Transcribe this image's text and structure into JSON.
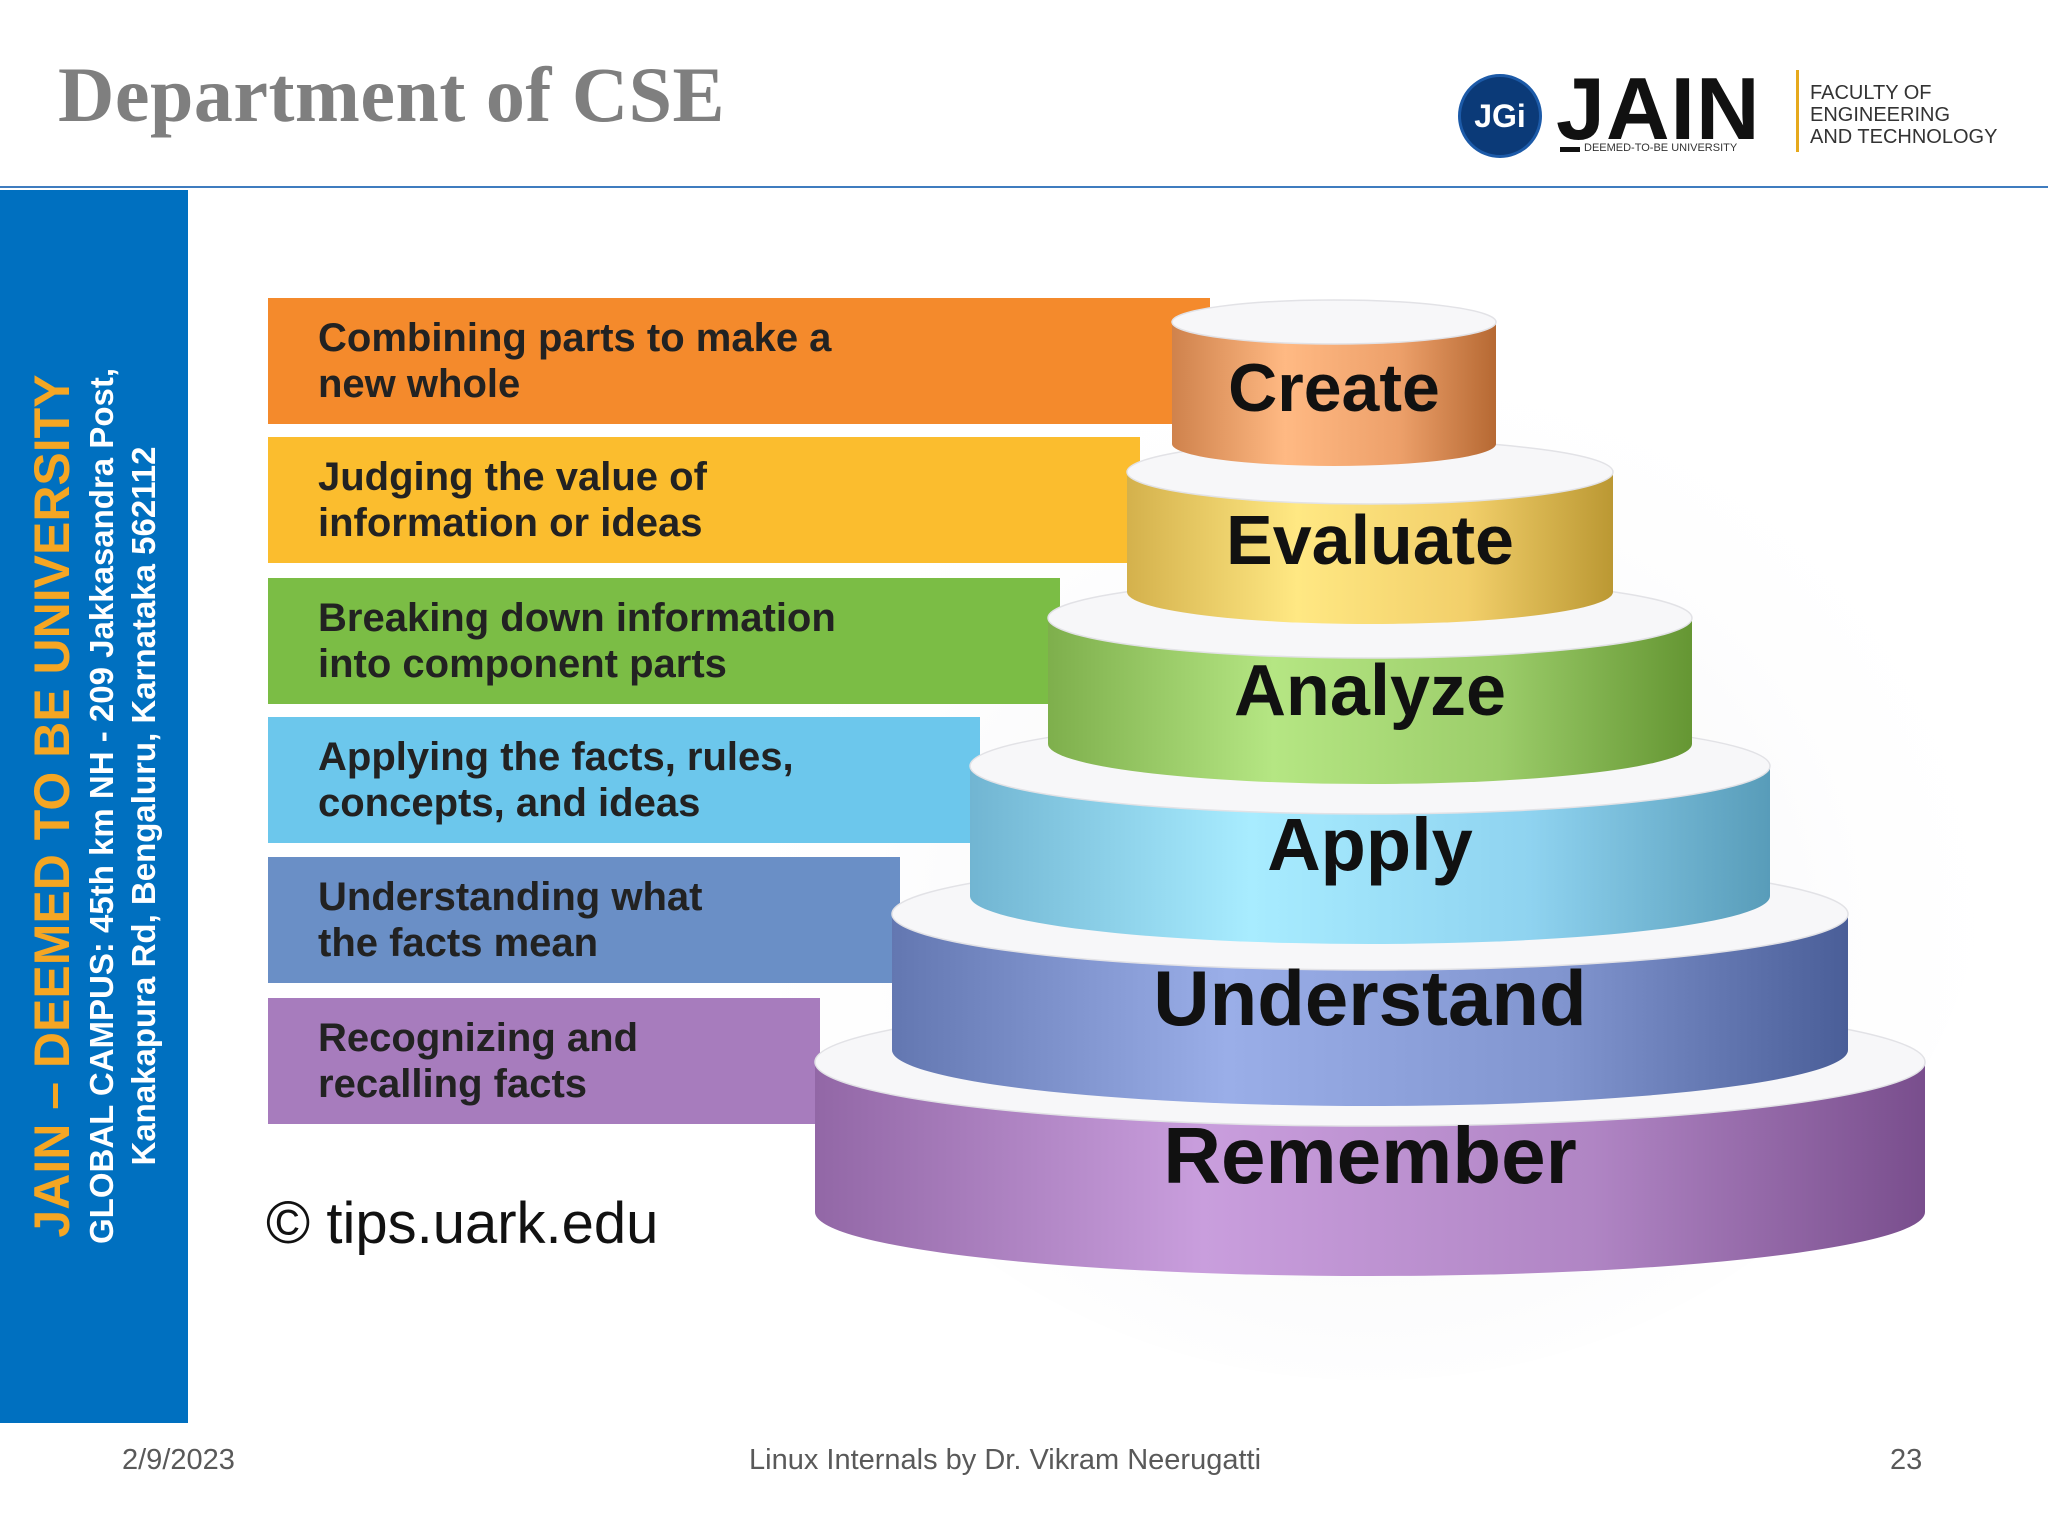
{
  "header": {
    "title": "Department of CSE"
  },
  "logo": {
    "badge": "JGi",
    "name": "JAIN",
    "tagline": "DEEMED-TO-BE UNIVERSITY",
    "faculty_lines": [
      "FACULTY OF",
      "ENGINEERING",
      "AND TECHNOLOGY"
    ]
  },
  "sidebar": {
    "line1": "JAIN – DEEMED TO BE UNIVERSITY",
    "line2": "GLOBAL CAMPUS: 45th km NH - 209 Jakkasandra Post,",
    "line3": "Kanakapura Rd, Bengaluru, Karnataka 562112"
  },
  "levels": [
    {
      "name": "Create",
      "desc_lines": [
        "Combining parts to make a",
        "new whole"
      ],
      "strip_color": "#f48a2c",
      "disc_color": "#eda06a"
    },
    {
      "name": "Evaluate",
      "desc_lines": [
        "Judging the value of",
        "information or ideas"
      ],
      "strip_color": "#fbbd2e",
      "disc_color": "#f2cf6a"
    },
    {
      "name": "Analyze",
      "desc_lines": [
        "Breaking down information",
        "into component parts"
      ],
      "strip_color": "#7bbd45",
      "disc_color": "#9ccd6a"
    },
    {
      "name": "Apply",
      "desc_lines": [
        "Applying the facts, rules,",
        "concepts, and ideas"
      ],
      "strip_color": "#6cc7ec",
      "disc_color": "#8fd3f0"
    },
    {
      "name": "Understand",
      "desc_lines": [
        "Understanding what",
        "the facts mean"
      ],
      "strip_color": "#6a8fc6",
      "disc_color": "#8195cf"
    },
    {
      "name": "Remember",
      "desc_lines": [
        "Recognizing and",
        "recalling facts"
      ],
      "strip_color": "#a77cbd",
      "disc_color": "#b085c4"
    }
  ],
  "credit": {
    "symbol": "©",
    "text": "tips.uark.edu"
  },
  "footer": {
    "date": "2/9/2023",
    "center": "Linux Internals by Dr. Vikram Neerugatti",
    "page": "23"
  }
}
